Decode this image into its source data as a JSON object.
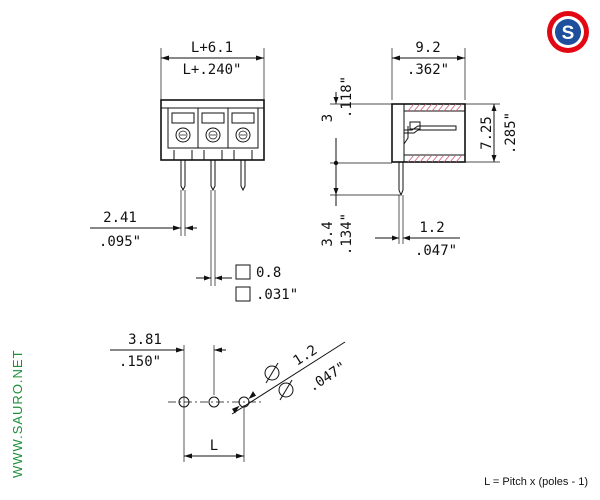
{
  "brand": {
    "logo_letter": "S",
    "website": "WWW.SAURO.NET",
    "ring_color": "#e30613",
    "fill_color": "#1d4f9c"
  },
  "front_view": {
    "width_mm": "L+6.1",
    "width_in": "L+.240\"",
    "pin_offset_mm": "2.41",
    "pin_offset_in": ".095\"",
    "pin_square_mm": "0.8",
    "pin_square_in": ".031\""
  },
  "side_view": {
    "depth_mm": "9.2",
    "depth_in": ".362\"",
    "upper_mm": "3",
    "upper_in": ".118\"",
    "height_mm": "7.25",
    "height_in": ".285\"",
    "pin_length_mm": "3.4",
    "pin_length_in": ".134\"",
    "pin_width_mm": "1.2",
    "pin_width_in": ".047\""
  },
  "footprint": {
    "pitch_mm": "3.81",
    "pitch_in": ".150\"",
    "hole_mm": "1.2",
    "hole_in": ".047\"",
    "span_label": "L"
  },
  "footnote": "L = Pitch x (poles - 1)"
}
